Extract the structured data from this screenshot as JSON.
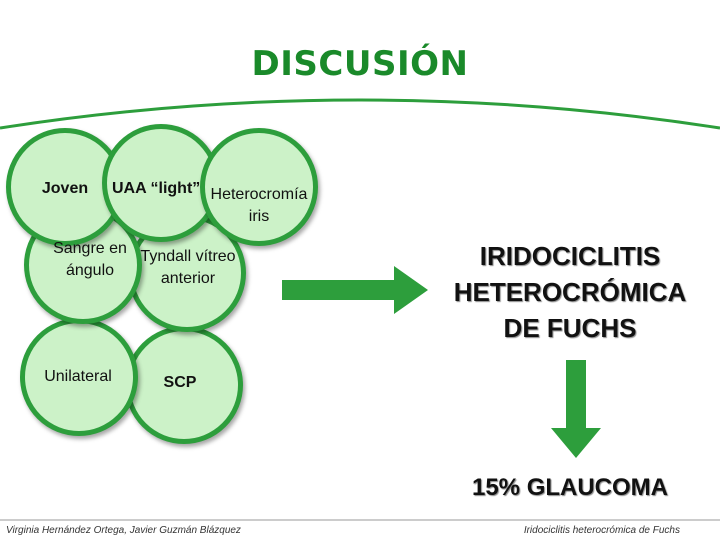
{
  "title": "DISCUSIÓN",
  "circles": [
    {
      "label": "Joven"
    },
    {
      "label": "UAA “light”"
    },
    {
      "label": "Heterocromía iris"
    },
    {
      "label": "Sangre en ángulo"
    },
    {
      "label": "Tyndall vítreo anterior"
    },
    {
      "label": "Unilateral"
    },
    {
      "label": "SCP"
    }
  ],
  "result": {
    "line1": "IRIDOCICLITIS",
    "line2": "HETEROCRÓMICA",
    "line3": "DE FUCHS"
  },
  "glaucoma": "15% GLAUCOMA",
  "footer": {
    "left": "Virginia Hernández Ortega, Javier Guzmán Blázquez",
    "right": "Iridociclitis heterocrómica de Fuchs"
  },
  "colors": {
    "accent": "#2d9e3c",
    "circle_fill": "#ccf2c8",
    "title": "#1a8a2a"
  }
}
